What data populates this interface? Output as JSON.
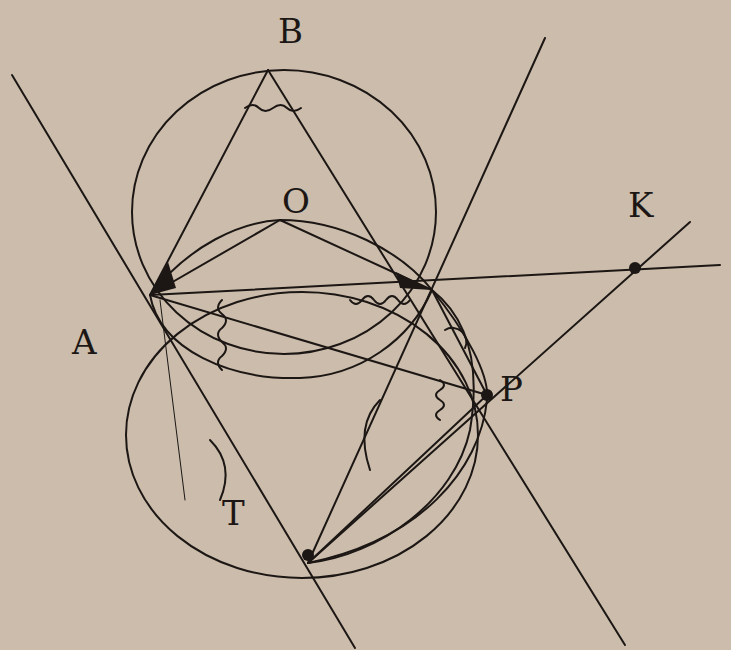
{
  "diagram": {
    "labels": [
      "B",
      "O",
      "A",
      "P",
      "K",
      "T"
    ]
  }
}
